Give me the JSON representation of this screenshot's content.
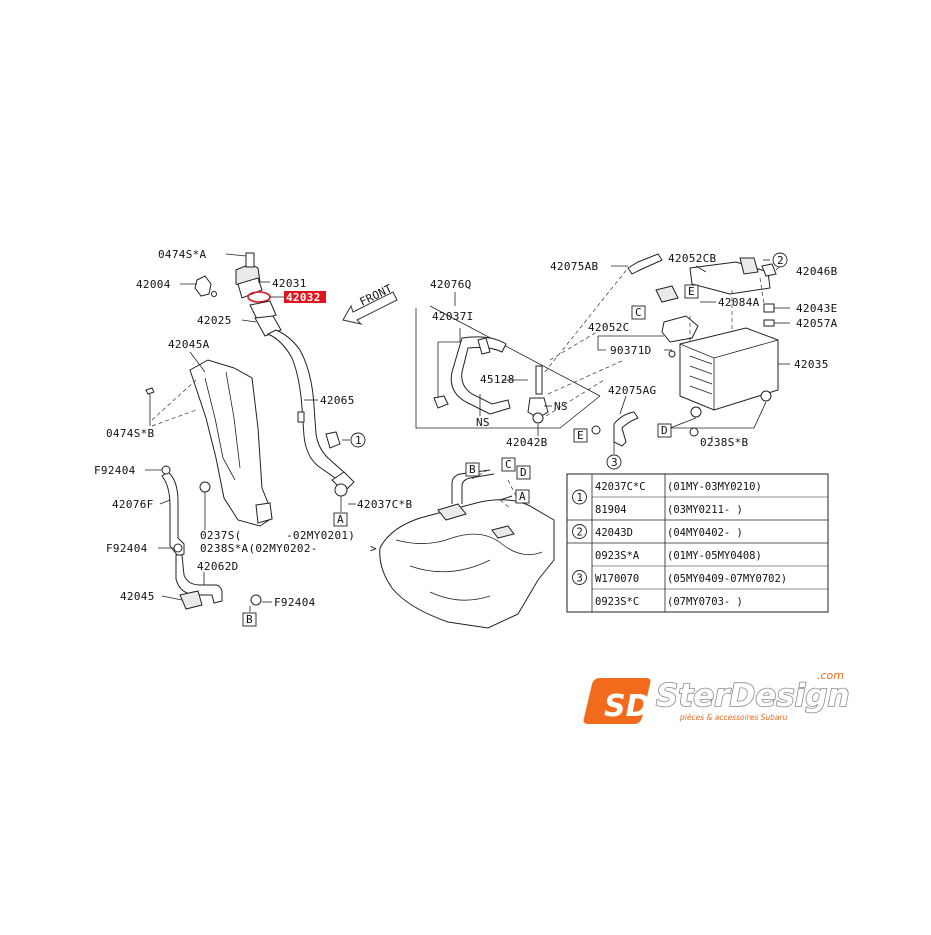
{
  "callouts": {
    "p0474sa": "0474S*A",
    "p42004": "42004",
    "p42031": "42031",
    "p42032": "42032",
    "p42025": "42025",
    "p42045a": "42045A",
    "p0474sb": "0474S*B",
    "p42065": "42065",
    "pf92404_1": "F92404",
    "p42076f": "42076F",
    "pf92404_2": "F92404",
    "p42045": "42045",
    "p42062d": "42062D",
    "pf92404_3": "F92404",
    "p0237s": "0237S(",
    "p0237s_range": "-02MY0201)",
    "p0238sa": "0238S*A(02MY0202-",
    "p0238sa_end": ">",
    "p42037cb": "42037C*B",
    "p42076q": "42076Q",
    "p42037i": "42037I",
    "p45128": "45128",
    "pns1": "NS",
    "pns2": "NS",
    "p42042b": "42042B",
    "p42075ab": "42075AB",
    "p42052cb": "42052CB",
    "p42046b": "42046B",
    "p42084a": "42084A",
    "p42043e": "42043E",
    "p42057a": "42057A",
    "p42052c": "42052C",
    "p90371d": "90371D",
    "p42035": "42035",
    "p42075ag": "42075AG",
    "p0238sb": "0238S*B",
    "front": "FRONT"
  },
  "refs": {
    "A": "A",
    "B": "B",
    "C": "C",
    "D": "D",
    "E": "E",
    "c1": "1",
    "c2": "2",
    "c3": "3"
  },
  "table": {
    "rows": [
      {
        "group": "1",
        "part": "42037C*C",
        "range": "(01MY-03MY0210)"
      },
      {
        "group": "",
        "part": "81904",
        "range": "(03MY0211-       )"
      },
      {
        "group": "2",
        "part": "42043D",
        "range": "(04MY0402-       )"
      },
      {
        "group": "3",
        "part": "0923S*A",
        "range": "(01MY-05MY0408)"
      },
      {
        "group": "",
        "part": "W170070",
        "range": "(05MY0409-07MY0702)"
      },
      {
        "group": "",
        "part": "0923S*C",
        "range": "(07MY0703-       )"
      }
    ]
  },
  "logo": {
    "mark": "SD",
    "brand": "SterDesign",
    "tld": ".com",
    "tagline": "pièces & accessoires Subaru"
  },
  "colors": {
    "highlight": "#e0141b",
    "logo_orange": "#f26a1b",
    "logo_grey": "#8a8a8a",
    "ink": "#111111"
  }
}
